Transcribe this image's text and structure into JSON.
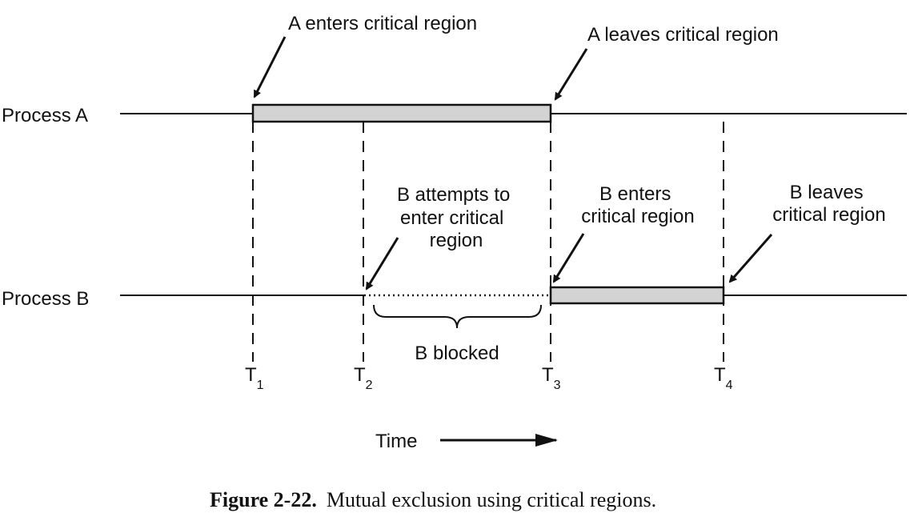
{
  "colors": {
    "ink": "#111111",
    "critical_bar_fill": "#d3d3d3",
    "background": "#ffffff"
  },
  "processes": {
    "a_label": "Process A",
    "b_label": "Process B"
  },
  "annotations": {
    "a_enters": "A enters critical region",
    "a_leaves": "A leaves critical region",
    "b_attempts": [
      "B attempts to",
      "enter critical",
      "region"
    ],
    "b_enters": [
      "B enters",
      "critical region"
    ],
    "b_leaves": [
      "B leaves",
      "critical region"
    ],
    "b_blocked": "B blocked"
  },
  "time_marks": [
    {
      "letter": "T",
      "sub": "1"
    },
    {
      "letter": "T",
      "sub": "2"
    },
    {
      "letter": "T",
      "sub": "3"
    },
    {
      "letter": "T",
      "sub": "4"
    }
  ],
  "time_axis": {
    "label": "Time"
  },
  "caption": {
    "number": "Figure 2-22.",
    "text": "Mutual exclusion using critical regions."
  }
}
